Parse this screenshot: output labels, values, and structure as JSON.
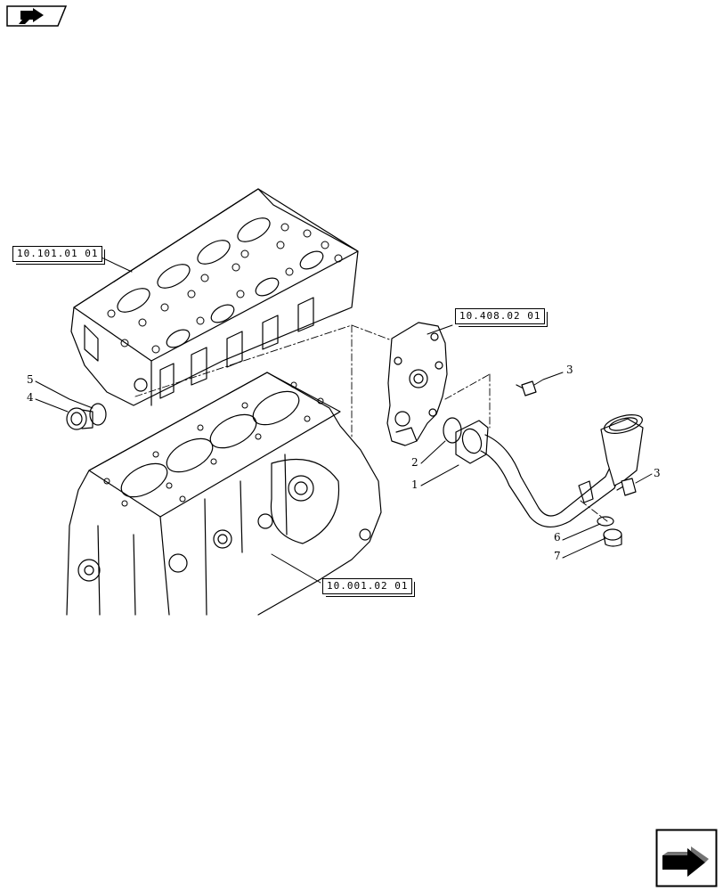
{
  "references": {
    "cylinder_head": "10.101.01 01",
    "water_pump": "10.408.02 01",
    "crankcase": "10.001.02 01"
  },
  "callouts": {
    "c1": "1",
    "c2": "2",
    "c3a": "3",
    "c3b": "3",
    "c4": "4",
    "c5": "5",
    "c6": "6",
    "c7": "7"
  },
  "icons": {
    "top_left": "previous-page-arrow-icon",
    "bottom_right": "next-page-arrow-icon"
  }
}
